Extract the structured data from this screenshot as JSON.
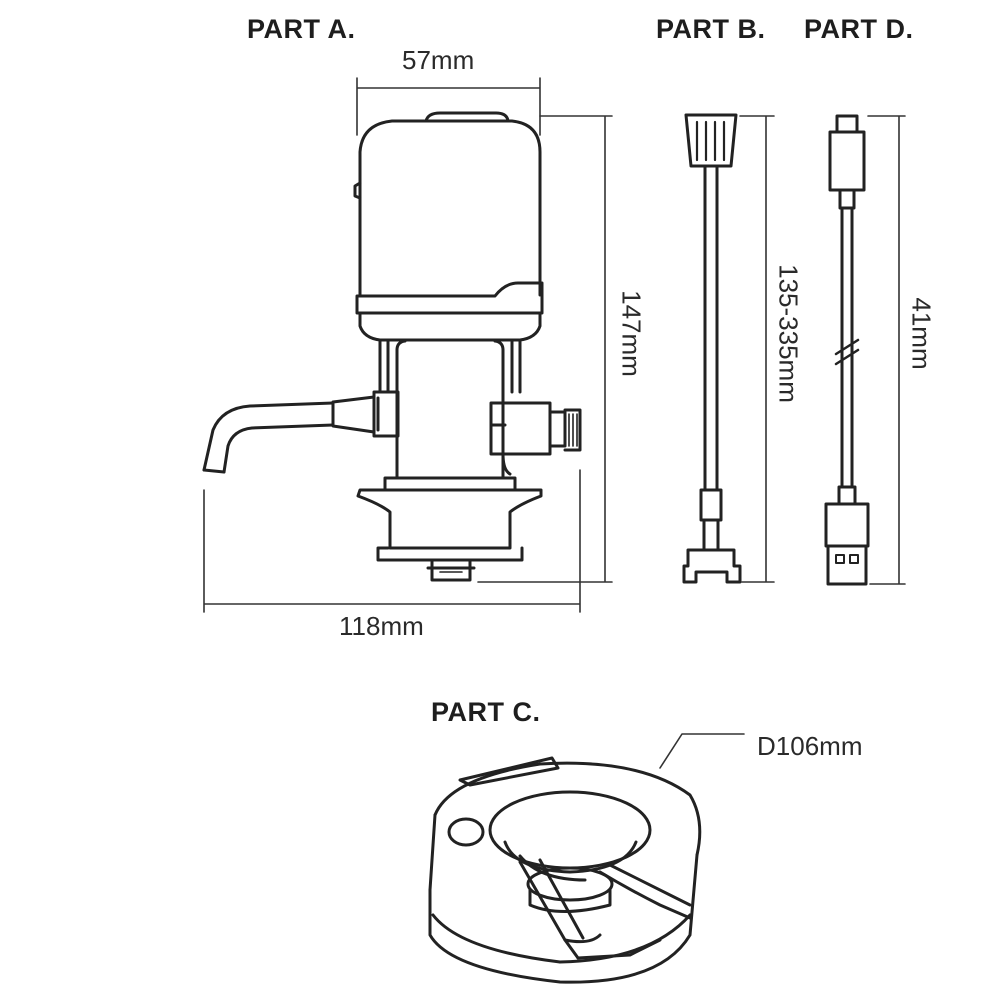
{
  "parts": {
    "a": {
      "label": "PART A.",
      "width": "57mm",
      "height": "147mm",
      "total_width": "118mm"
    },
    "b": {
      "label": "PART B.",
      "length": "135-335mm"
    },
    "c": {
      "label": "PART C.",
      "diameter": "D106mm"
    },
    "d": {
      "label": "PART D.",
      "length": "41mm"
    }
  },
  "colors": {
    "line": "#222222",
    "dim_line": "#333333"
  }
}
